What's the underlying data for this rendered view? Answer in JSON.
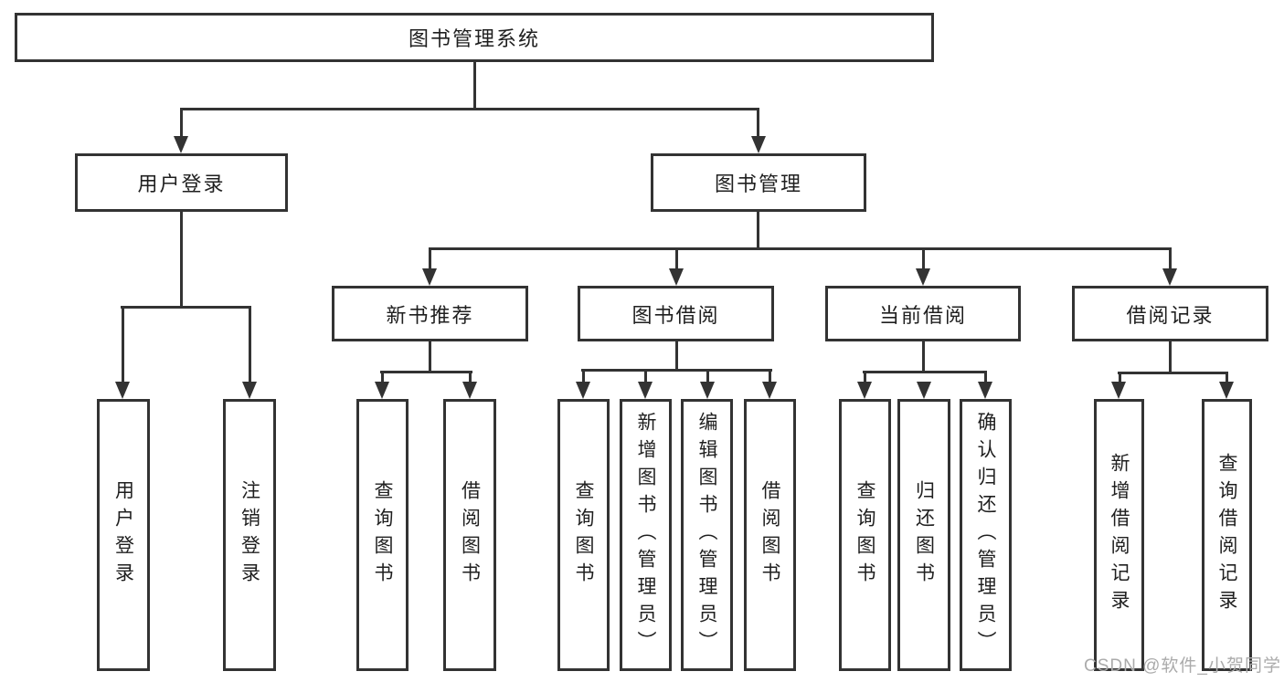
{
  "diagram_title": "图书管理系统",
  "watermark": "CSDN @软件_小贺同学",
  "colors": {
    "line": "#333333",
    "box_border": "#333333",
    "text": "#1f1f1f",
    "background": "#ffffff",
    "watermark": "#ababab"
  },
  "tree": {
    "label": "图书管理系统",
    "children": [
      {
        "label": "用户登录",
        "children": [
          {
            "label": "用户登录"
          },
          {
            "label": "注销登录"
          }
        ]
      },
      {
        "label": "图书管理",
        "children": [
          {
            "label": "新书推荐",
            "children": [
              {
                "label": "查询图书"
              },
              {
                "label": "借阅图书"
              }
            ]
          },
          {
            "label": "图书借阅",
            "children": [
              {
                "label": "查询图书"
              },
              {
                "label": "新增图书（管理员）"
              },
              {
                "label": "编辑图书（管理员）"
              },
              {
                "label": "借阅图书"
              }
            ]
          },
          {
            "label": "当前借阅",
            "children": [
              {
                "label": "查询图书"
              },
              {
                "label": "归还图书"
              },
              {
                "label": "确认归还（管理员）"
              }
            ]
          },
          {
            "label": "借阅记录",
            "children": [
              {
                "label": "新增借阅记录"
              },
              {
                "label": "查询借阅记录"
              }
            ]
          }
        ]
      }
    ]
  }
}
